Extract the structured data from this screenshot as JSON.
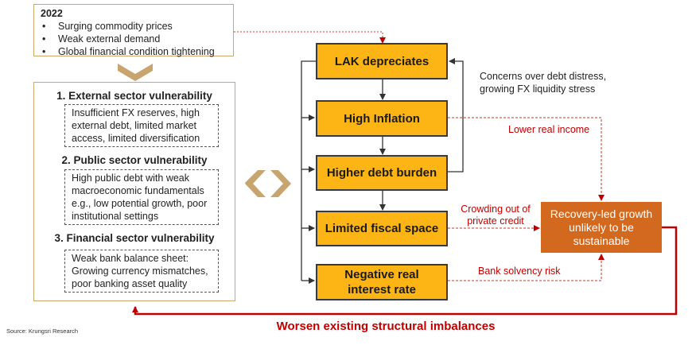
{
  "top_box": {
    "year": "2022",
    "items": [
      "Surging commodity prices",
      "Weak external demand",
      "Global financial condition tightening"
    ]
  },
  "vulnerabilities": [
    {
      "title": "1. External sector vulnerability",
      "desc": "Insufficient FX reserves, high external debt, limited market access, limited diversification"
    },
    {
      "title": "2. Public sector vulnerability",
      "desc": "High public debt with weak macroeconomic fundamentals e.g., low potential growth, poor institutional settings"
    },
    {
      "title": "3. Financial sector vulnerability",
      "desc": "Weak bank balance sheet: Growing currency mismatches, poor banking asset quality"
    }
  ],
  "chain": [
    "LAK depreciates",
    "High Inflation",
    "Higher debt burden",
    "Limited fiscal space",
    "Negative real interest rate"
  ],
  "feedback_label": "Concerns over debt distress, growing FX liquidity stress",
  "links": {
    "lower_real_income": "Lower real income",
    "crowding_out": "Crowding out of private credit",
    "bank_solvency": "Bank solvency risk"
  },
  "outcome": "Recovery-led growth unlikely to be sustainable",
  "bottom_label": "Worsen existing structural imbalances",
  "source": "Source: Krungsri Research",
  "colors": {
    "node": "#fdb515",
    "outcome": "#d2691e",
    "accent_red": "#c00000",
    "chevron": "#c8a46e",
    "frame": "#c9a86a"
  }
}
